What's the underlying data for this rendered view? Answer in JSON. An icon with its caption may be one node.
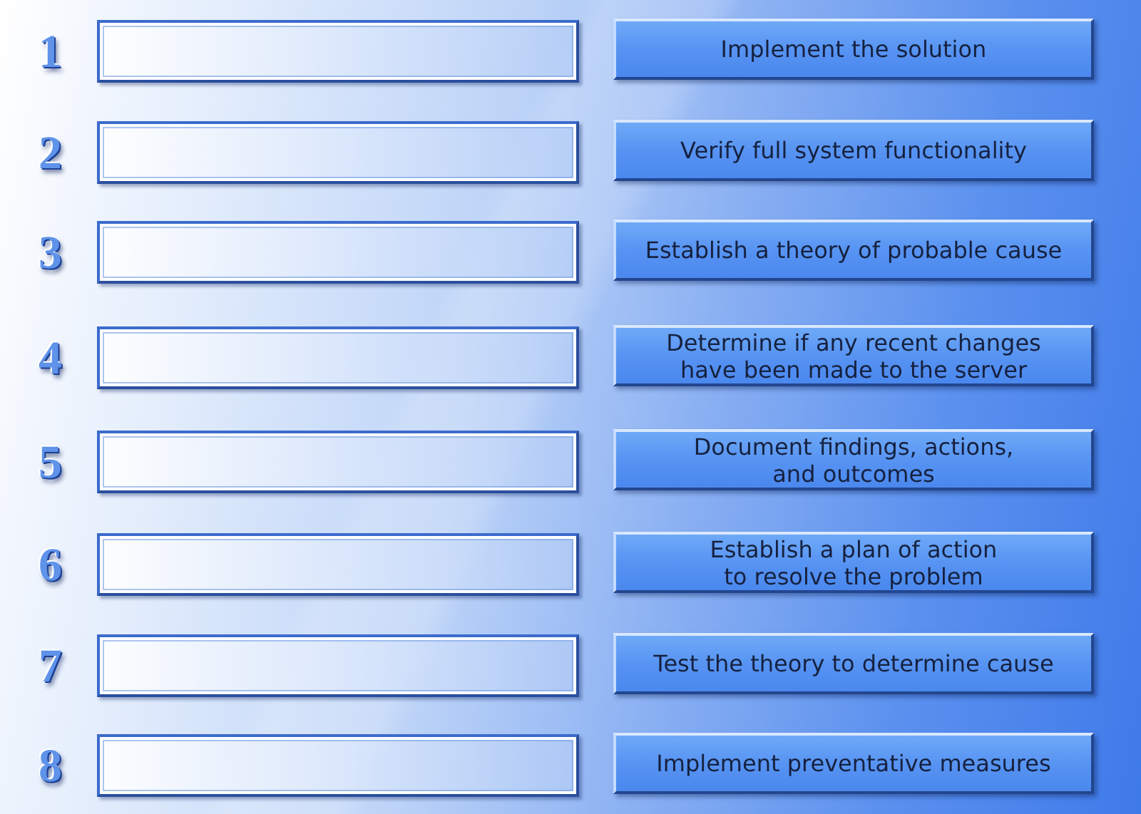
{
  "diagram": {
    "nodes": [
      {
        "text": [],
        "shape": "box"
      },
      {
        "text": [
          "Implement the solution"
        ]
      },
      {
        "text": [],
        "shape": "box"
      },
      {
        "text": [
          "Verify full system functionality"
        ]
      },
      {
        "text": [],
        "shape": "box"
      },
      {
        "text": [
          "Establish a theory of probable cause"
        ]
      },
      {
        "text": [],
        "shape": "box"
      },
      {
        "text": [
          "Determine if any recent changes have been made to the server"
        ]
      },
      {
        "text": [],
        "shape": "box"
      },
      {
        "text": [
          "Document findings, actions, and outcomes"
        ]
      },
      {
        "text": [],
        "shape": "box"
      },
      {
        "text": [
          "Establish a plan of action to resolve the problem"
        ]
      },
      {
        "text": [],
        "shape": "box"
      },
      {
        "text": [
          "Test the theory to determine cause"
        ]
      },
      {
        "text": [],
        "shape": "box"
      },
      {
        "text": [
          "Implement preventative measures"
        ]
      }
    ],
    "edges": [],
    "labels": [
      "1",
      "2",
      "3",
      "4",
      "5",
      "6",
      "7",
      "8"
    ]
  }
}
